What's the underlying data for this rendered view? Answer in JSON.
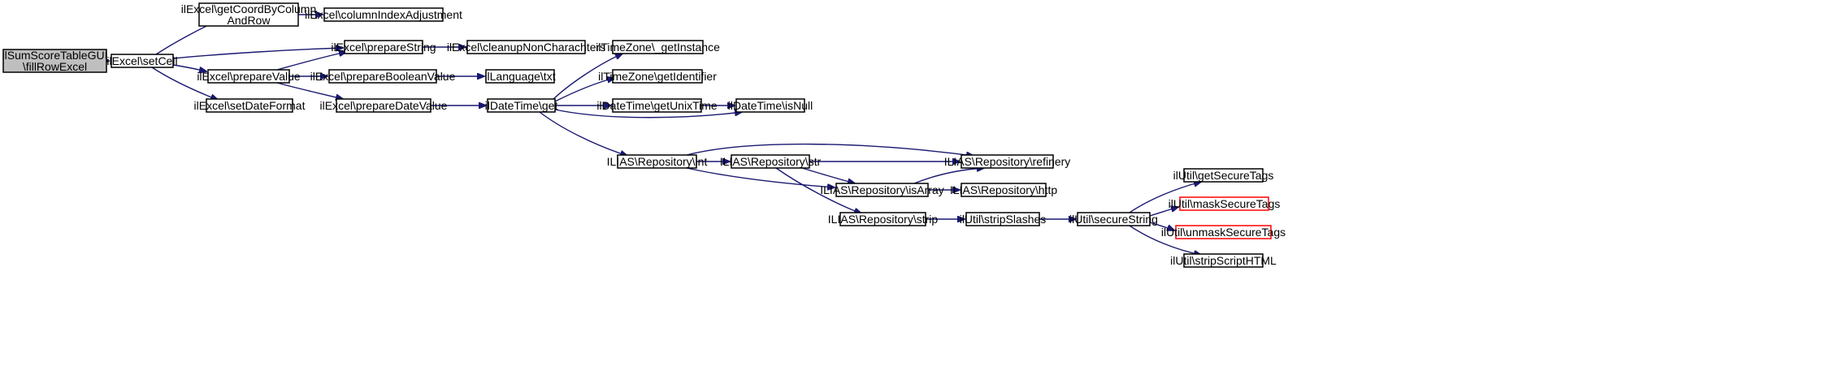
{
  "graph": {
    "edge_color": "#191970",
    "root_fill": "#bfbfbf",
    "truncated_border_color": "#ff0000",
    "nodes": [
      {
        "id": "root",
        "lines": [
          "ilSumScoreTableGUI",
          "\\fillRowExcel"
        ],
        "role": "root"
      },
      {
        "id": "setCell",
        "lines": [
          "ilExcel\\setCell"
        ]
      },
      {
        "id": "getCoord",
        "lines": [
          "ilExcel\\getCoordByColumn",
          "AndRow"
        ]
      },
      {
        "id": "colIdx",
        "lines": [
          "ilExcel\\columnIndexAdjustment"
        ]
      },
      {
        "id": "prepString",
        "lines": [
          "ilExcel\\prepareString"
        ]
      },
      {
        "id": "cleanup",
        "lines": [
          "ilExcel\\cleanupNonCharachters"
        ]
      },
      {
        "id": "prepValue",
        "lines": [
          "ilExcel\\prepareValue"
        ]
      },
      {
        "id": "prepBool",
        "lines": [
          "ilExcel\\prepareBooleanValue"
        ]
      },
      {
        "id": "langTxt",
        "lines": [
          "ilLanguage\\txt"
        ]
      },
      {
        "id": "setDate",
        "lines": [
          "ilExcel\\setDateFormat"
        ]
      },
      {
        "id": "prepDate",
        "lines": [
          "ilExcel\\prepareDateValue"
        ]
      },
      {
        "id": "dtGet",
        "lines": [
          "ilDateTime\\get"
        ]
      },
      {
        "id": "tzInst",
        "lines": [
          "ilTimeZone\\_getInstance"
        ]
      },
      {
        "id": "tzId",
        "lines": [
          "ilTimeZone\\getIdentifier"
        ]
      },
      {
        "id": "dtUnix",
        "lines": [
          "ilDateTime\\getUnixTime"
        ]
      },
      {
        "id": "dtNull",
        "lines": [
          "ilDateTime\\isNull"
        ]
      },
      {
        "id": "repoInt",
        "lines": [
          "ILIAS\\Repository\\int"
        ]
      },
      {
        "id": "repoStr",
        "lines": [
          "ILIAS\\Repository\\str"
        ]
      },
      {
        "id": "repoRef",
        "lines": [
          "ILIAS\\Repository\\refinery"
        ]
      },
      {
        "id": "repoArr",
        "lines": [
          "ILIAS\\Repository\\isArray"
        ]
      },
      {
        "id": "repoHttp",
        "lines": [
          "ILIAS\\Repository\\http"
        ]
      },
      {
        "id": "repoStrip",
        "lines": [
          "ILIAS\\Repository\\strip"
        ]
      },
      {
        "id": "utilSlash",
        "lines": [
          "ilUtil\\stripSlashes"
        ]
      },
      {
        "id": "utilSecure",
        "lines": [
          "ilUtil\\secureString"
        ]
      },
      {
        "id": "utilGetTags",
        "lines": [
          "ilUtil\\getSecureTags"
        ]
      },
      {
        "id": "utilMask",
        "lines": [
          "ilUtil\\maskSecureTags"
        ],
        "role": "truncated"
      },
      {
        "id": "utilUnmask",
        "lines": [
          "ilUtil\\unmaskSecureTags"
        ],
        "role": "truncated"
      },
      {
        "id": "utilScript",
        "lines": [
          "ilUtil\\stripScriptHTML"
        ]
      }
    ],
    "edges": [
      [
        "root",
        "setCell"
      ],
      [
        "setCell",
        "getCoord"
      ],
      [
        "setCell",
        "prepString"
      ],
      [
        "setCell",
        "prepValue"
      ],
      [
        "setCell",
        "setDate"
      ],
      [
        "getCoord",
        "colIdx"
      ],
      [
        "prepString",
        "cleanup"
      ],
      [
        "prepValue",
        "prepString"
      ],
      [
        "prepValue",
        "prepBool"
      ],
      [
        "prepValue",
        "prepDate"
      ],
      [
        "prepBool",
        "langTxt"
      ],
      [
        "prepDate",
        "dtGet"
      ],
      [
        "dtGet",
        "tzInst"
      ],
      [
        "dtGet",
        "tzId"
      ],
      [
        "dtGet",
        "dtUnix"
      ],
      [
        "dtGet",
        "dtNull"
      ],
      [
        "dtGet",
        "repoInt"
      ],
      [
        "dtUnix",
        "dtNull"
      ],
      [
        "repoInt",
        "repoStr"
      ],
      [
        "repoInt",
        "repoRef"
      ],
      [
        "repoInt",
        "repoArr"
      ],
      [
        "repoStr",
        "repoRef"
      ],
      [
        "repoStr",
        "repoArr"
      ],
      [
        "repoStr",
        "repoStrip"
      ],
      [
        "repoArr",
        "repoRef"
      ],
      [
        "repoArr",
        "repoHttp"
      ],
      [
        "repoStrip",
        "utilSlash"
      ],
      [
        "utilSlash",
        "utilSecure"
      ],
      [
        "utilSecure",
        "utilGetTags"
      ],
      [
        "utilSecure",
        "utilMask"
      ],
      [
        "utilSecure",
        "utilUnmask"
      ],
      [
        "utilSecure",
        "utilScript"
      ]
    ]
  }
}
